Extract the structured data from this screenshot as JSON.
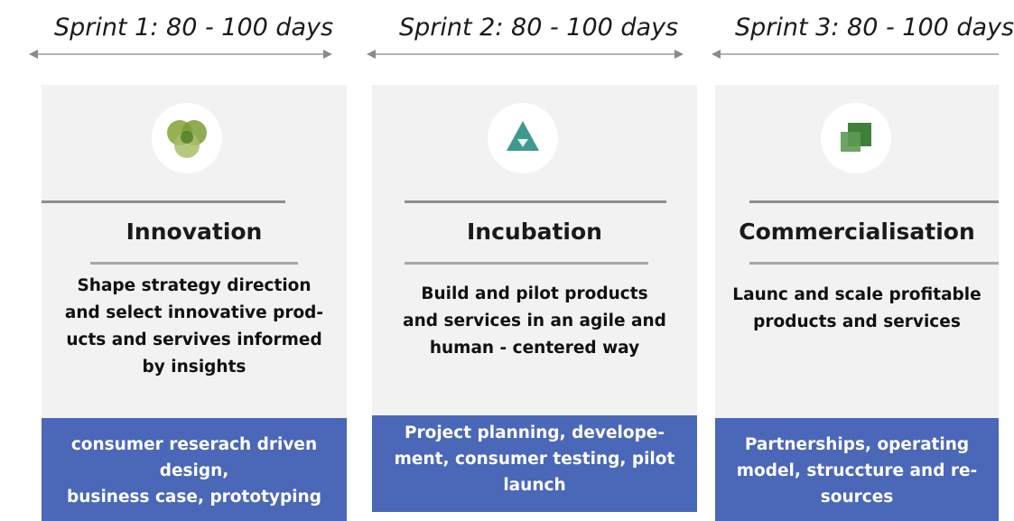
{
  "sprints": [
    {
      "title": "Sprint 1: 80 - 100 days",
      "phase": "Innovation",
      "description": "Shape strategy direction\nand select innovative prod-\nucts and servives informed\nby insights",
      "activities": "consumer reserach driven\ndesign,\nbusiness case, prototyping",
      "icon": "overlapping-circles-icon"
    },
    {
      "title": "Sprint 2: 80 - 100 days",
      "phase": "Incubation",
      "description": "Build and pilot products\nand services in an agile and\nhuman - centered way",
      "activities": "Project planning, develope-\nment, consumer testing, pilot\nlaunch",
      "icon": "triangle-icon"
    },
    {
      "title": "Sprint 3: 80 - 100 days",
      "phase": "Commercialisation",
      "description": "Launc and scale profitable\nproducts and services",
      "activities": "Partnerships, operating\nmodel, struccture and re-\nsources",
      "icon": "overlapping-squares-icon"
    }
  ],
  "colors": {
    "card_background": "#f2f2f2",
    "band_blue": "#4a67b8",
    "icon_green": "#8aa83e",
    "icon_teal": "#3e9a8e",
    "icon_dark_green": "#3f7f3a"
  }
}
